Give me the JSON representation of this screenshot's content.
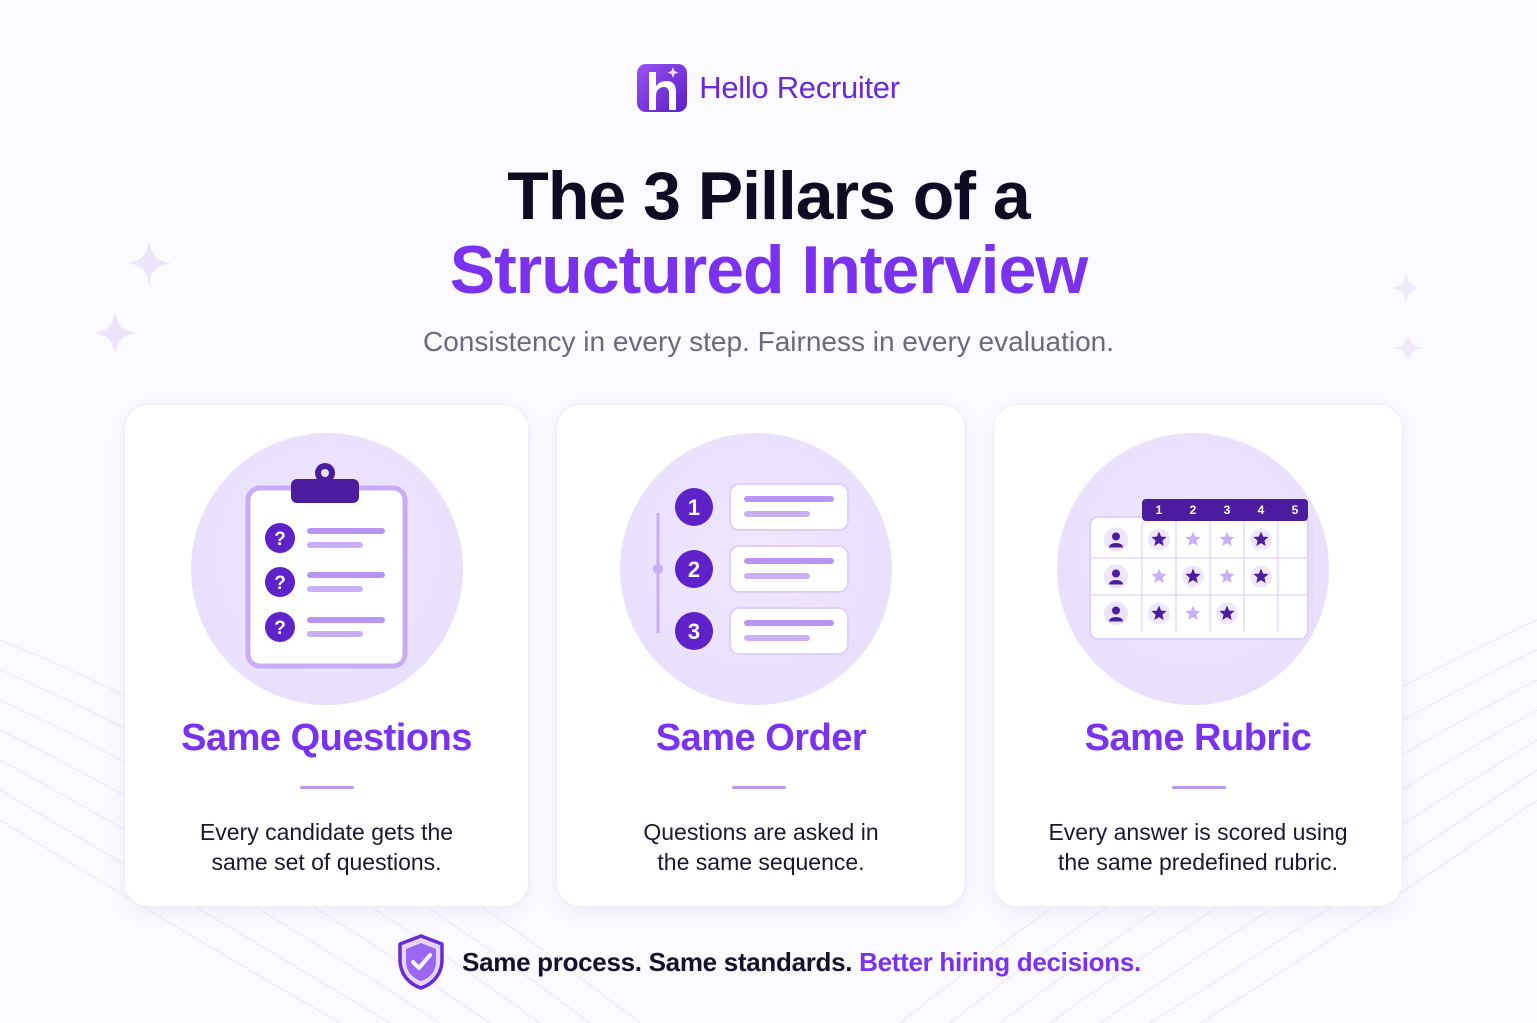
{
  "brand": {
    "name": "Hello Recruiter",
    "logo_icon": "hello-recruiter-logo-icon"
  },
  "header": {
    "title_line1": "The 3 Pillars of a",
    "title_line2": "Structured Interview",
    "subtitle": "Consistency in every step. Fairness in every evaluation."
  },
  "cards": [
    {
      "title": "Same Questions",
      "desc_line1": "Every candidate gets the",
      "desc_line2": "same set of questions.",
      "icon": "clipboard-questions-icon"
    },
    {
      "title": "Same Order",
      "desc_line1": "Questions are asked in",
      "desc_line2": "the same sequence.",
      "icon": "numbered-list-icon",
      "steps": [
        "1",
        "2",
        "3"
      ]
    },
    {
      "title": "Same Rubric",
      "desc_line1": "Every answer is scored using",
      "desc_line2": "the same predefined rubric.",
      "icon": "rubric-grid-icon",
      "columns": [
        "1",
        "2",
        "3",
        "4",
        "5"
      ]
    }
  ],
  "footer": {
    "text_main": "Same process. Same standards.",
    "text_accent": "Better hiring decisions.",
    "icon": "shield-check-icon"
  },
  "colors": {
    "accent": "#7b32ef",
    "dark": "#0e0c22",
    "soft": "#e9e0fd",
    "muted": "#6b6a78"
  }
}
